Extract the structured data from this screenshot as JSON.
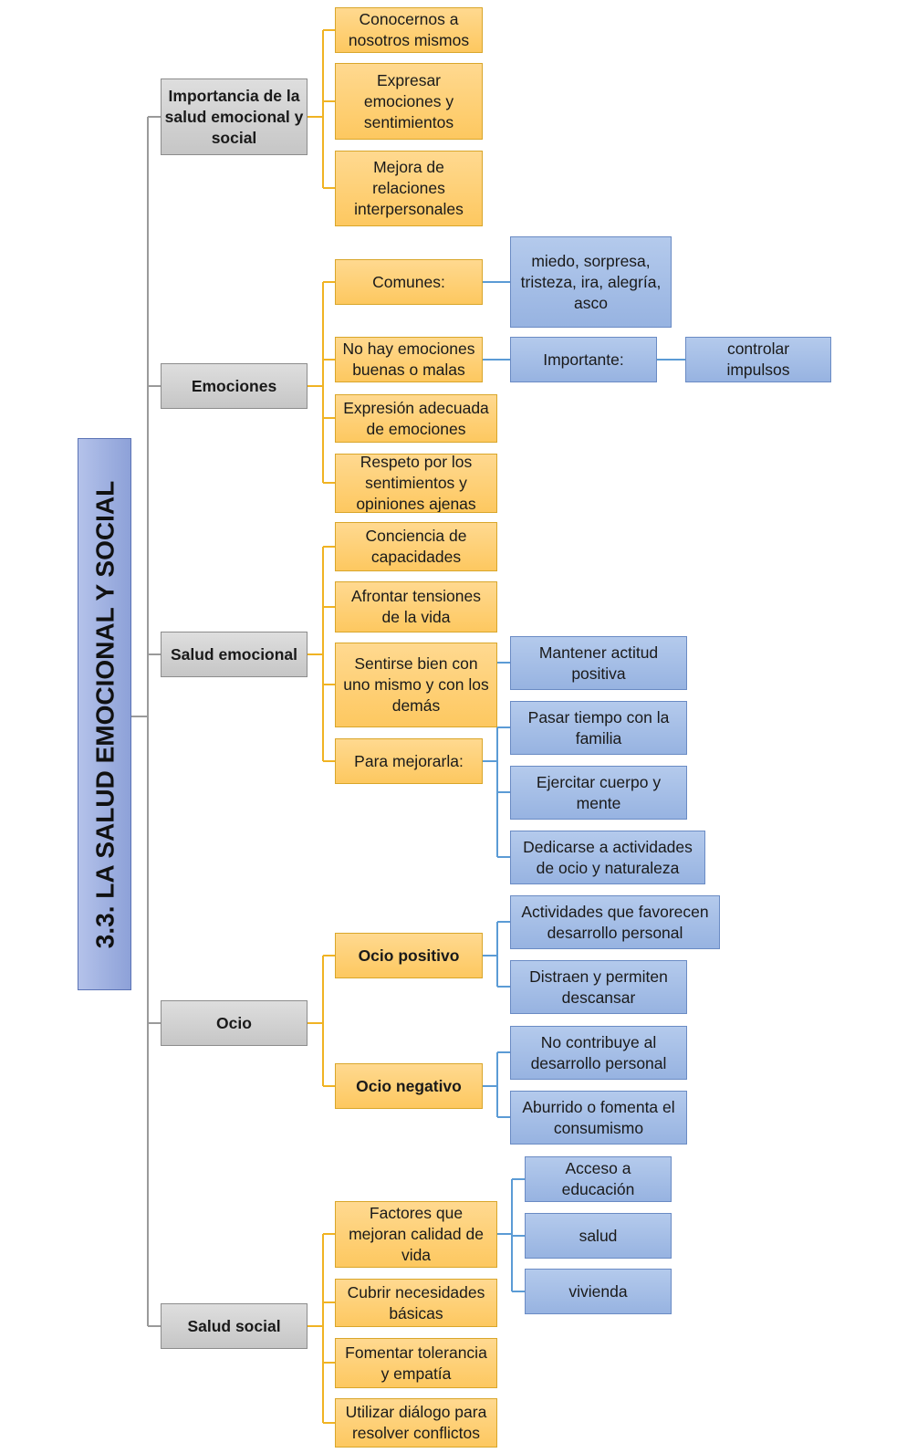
{
  "root": {
    "title": "3.3. LA SALUD EMOCIONAL Y SOCIAL"
  },
  "sections": {
    "importancia": {
      "title": "Importancia de la\nsalud emocional y\nsocial",
      "items": [
        "Conocernos a\nnosotros mismos",
        "Expresar\nemociones y\nsentimientos",
        "Mejora de\nrelaciones\ninterpersonales"
      ]
    },
    "emociones": {
      "title": "Emociones",
      "items": [
        "Comunes:",
        "No hay emociones\nbuenas o malas",
        "Expresión adecuada\nde emociones",
        "Respeto por los\nsentimientos y\nopiniones ajenas"
      ],
      "comunes_detail": "miedo, sorpresa,\ntristeza, ira, alegría,\nasco",
      "importante_label": "Importante:",
      "importante_detail": "controlar\nimpulsos"
    },
    "salud_emocional": {
      "title": "Salud emocional",
      "items": [
        "Conciencia de\ncapacidades",
        "Afrontar tensiones\nde la vida",
        "Sentirse bien con\nuno mismo y con los\ndemás",
        "Para mejorarla:"
      ],
      "sentirse_detail": "Mantener actitud\npositiva",
      "mejorarla_details": [
        "Pasar tiempo con la\nfamilia",
        "Ejercitar cuerpo y\nmente",
        "Dedicarse a actividades\nde ocio y naturaleza"
      ]
    },
    "ocio": {
      "title": "Ocio",
      "positivo": {
        "label": "Ocio positivo",
        "details": [
          "Actividades que favorecen\ndesarrollo personal",
          "Distraen y permiten\ndescansar"
        ]
      },
      "negativo": {
        "label": "Ocio negativo",
        "details": [
          "No contribuye al\ndesarrollo personal",
          "Aburrido o fomenta el\nconsumismo"
        ]
      }
    },
    "salud_social": {
      "title": "Salud social",
      "items": [
        "Factores que\nmejoran calidad de\nvida",
        "Cubrir necesidades\nbásicas",
        "Fomentar tolerancia\ny empatía",
        "Utilizar diálogo para\nresolver conflictos"
      ],
      "factores_details": [
        "Acceso a\neducación",
        "salud",
        "vivienda"
      ]
    }
  },
  "colors": {
    "root_fill": "#9aabdf",
    "level1_fill": "#d0d0d0",
    "level2_fill": "#fdd27a",
    "level3_fill": "#a6bfe8",
    "connector_gray": "#9a9a9a",
    "connector_orange": "#f0b323",
    "connector_blue": "#5b9bd5"
  }
}
